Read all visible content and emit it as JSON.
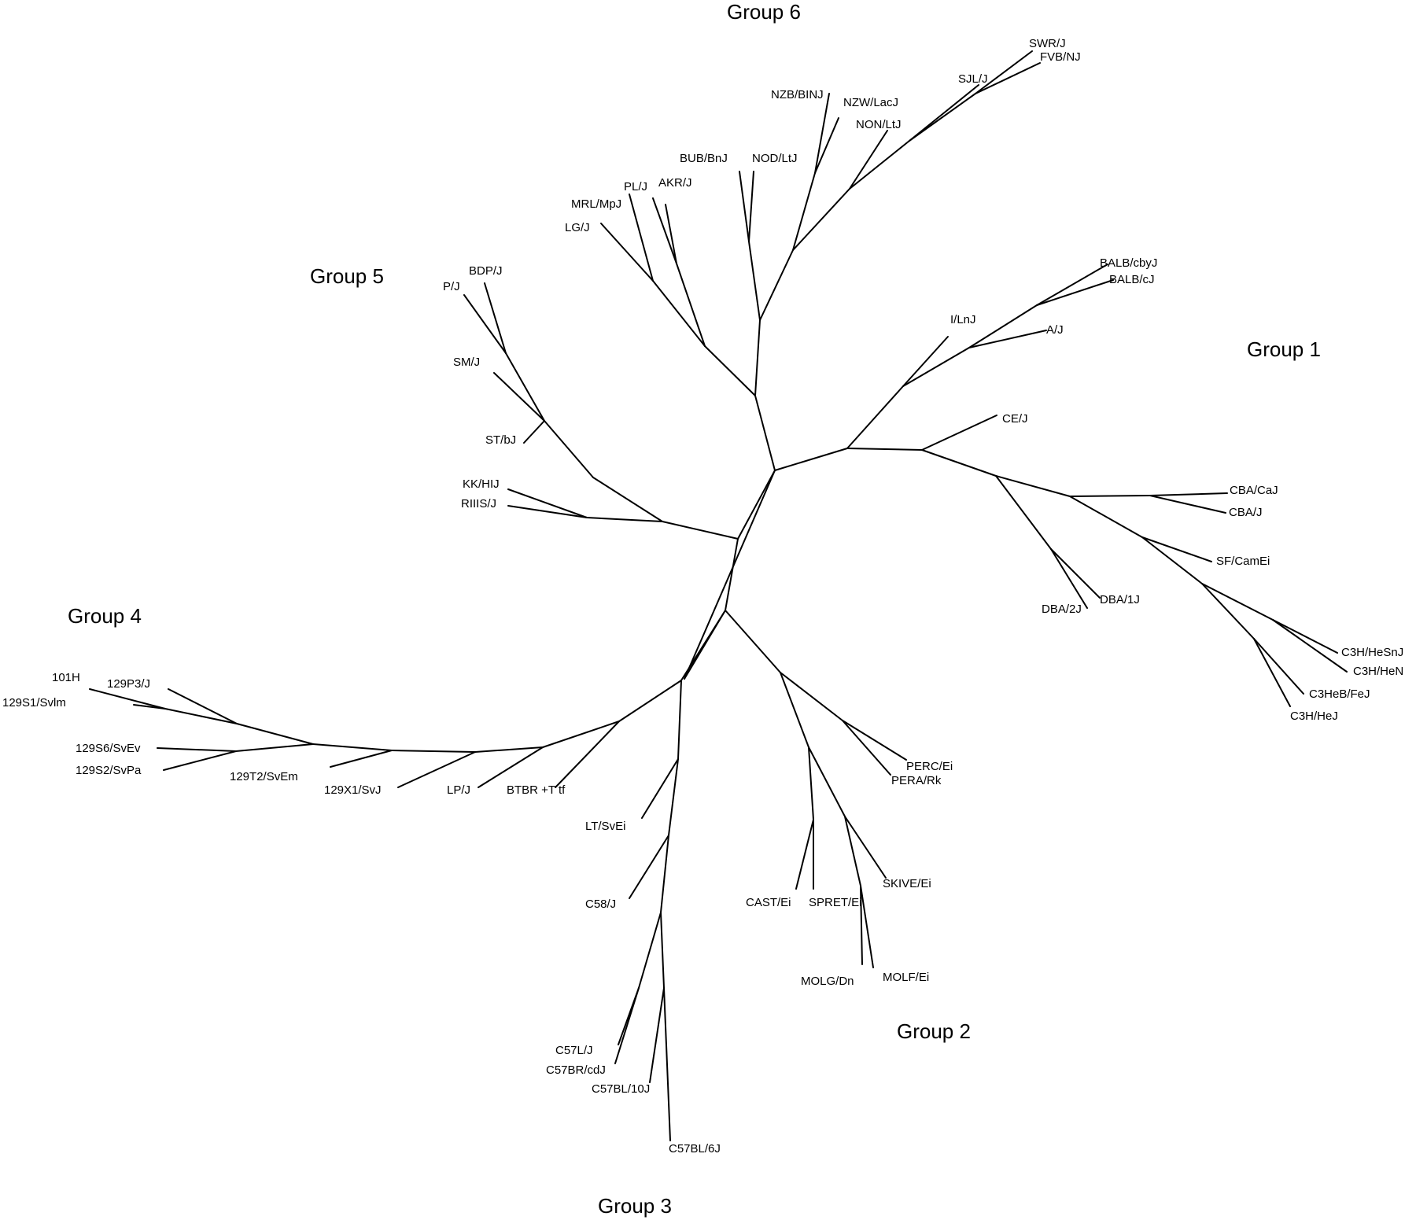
{
  "groups": [
    {
      "id": "g1",
      "label": "Group 1"
    },
    {
      "id": "g2",
      "label": "Group 2"
    },
    {
      "id": "g3",
      "label": "Group 3"
    },
    {
      "id": "g4",
      "label": "Group 4"
    },
    {
      "id": "g5",
      "label": "Group 5"
    },
    {
      "id": "g6",
      "label": "Group 6"
    }
  ],
  "strains": [
    {
      "id": "swr",
      "label": "SWR/J"
    },
    {
      "id": "fvb",
      "label": "FVB/NJ"
    },
    {
      "id": "sjl",
      "label": "SJL/J"
    },
    {
      "id": "nzb",
      "label": "NZB/BINJ"
    },
    {
      "id": "nzw",
      "label": "NZW/LacJ"
    },
    {
      "id": "non",
      "label": "NON/LtJ"
    },
    {
      "id": "bub",
      "label": "BUB/BnJ"
    },
    {
      "id": "nod",
      "label": "NOD/LtJ"
    },
    {
      "id": "pl",
      "label": "PL/J"
    },
    {
      "id": "akr",
      "label": "AKR/J"
    },
    {
      "id": "mrl",
      "label": "MRL/MpJ"
    },
    {
      "id": "lg",
      "label": "LG/J"
    },
    {
      "id": "bdp",
      "label": "BDP/J"
    },
    {
      "id": "p",
      "label": "P/J"
    },
    {
      "id": "sm",
      "label": "SM/J"
    },
    {
      "id": "st",
      "label": "ST/bJ"
    },
    {
      "id": "kk",
      "label": "KK/HIJ"
    },
    {
      "id": "riiis",
      "label": "RIIIS/J"
    },
    {
      "id": "balbcby",
      "label": "BALB/cbyJ"
    },
    {
      "id": "balbc",
      "label": "BALB/cJ"
    },
    {
      "id": "iln",
      "label": "I/LnJ"
    },
    {
      "id": "aj",
      "label": "A/J"
    },
    {
      "id": "ce",
      "label": "CE/J"
    },
    {
      "id": "cbaca",
      "label": "CBA/CaJ"
    },
    {
      "id": "cbaj",
      "label": "CBA/J"
    },
    {
      "id": "sf",
      "label": "SF/CamEi"
    },
    {
      "id": "dba2",
      "label": "DBA/2J"
    },
    {
      "id": "dba1",
      "label": "DBA/1J"
    },
    {
      "id": "c3hhesn",
      "label": "C3H/HeSnJ"
    },
    {
      "id": "c3hhen",
      "label": "C3H/HeN"
    },
    {
      "id": "c3heb",
      "label": "C3HeB/FeJ"
    },
    {
      "id": "c3hhej",
      "label": "C3H/HeJ"
    },
    {
      "id": "h101",
      "label": "101H"
    },
    {
      "id": "s1",
      "label": "129S1/Svlm"
    },
    {
      "id": "p3",
      "label": "129P3/J"
    },
    {
      "id": "s6",
      "label": "129S6/SvEv"
    },
    {
      "id": "s2",
      "label": "129S2/SvPa"
    },
    {
      "id": "t2",
      "label": "129T2/SvEm"
    },
    {
      "id": "x1",
      "label": "129X1/SvJ"
    },
    {
      "id": "lp",
      "label": "LP/J"
    },
    {
      "id": "btbr",
      "label": "BTBR +T tf"
    },
    {
      "id": "perc",
      "label": "PERC/Ei"
    },
    {
      "id": "pera",
      "label": "PERA/Rk"
    },
    {
      "id": "lt",
      "label": "LT/SvEi"
    },
    {
      "id": "skive",
      "label": "SKIVE/Ei"
    },
    {
      "id": "cast",
      "label": "CAST/Ei"
    },
    {
      "id": "spret",
      "label": "SPRET/Ei"
    },
    {
      "id": "c58",
      "label": "C58/J"
    },
    {
      "id": "molg",
      "label": "MOLG/Dn"
    },
    {
      "id": "molf",
      "label": "MOLF/Ei"
    },
    {
      "id": "c57l",
      "label": "C57L/J"
    },
    {
      "id": "c57br",
      "label": "C57BR/cdJ"
    },
    {
      "id": "c57bl10",
      "label": "C57BL/10J"
    },
    {
      "id": "c57bl6",
      "label": "C57BL/6J"
    }
  ]
}
